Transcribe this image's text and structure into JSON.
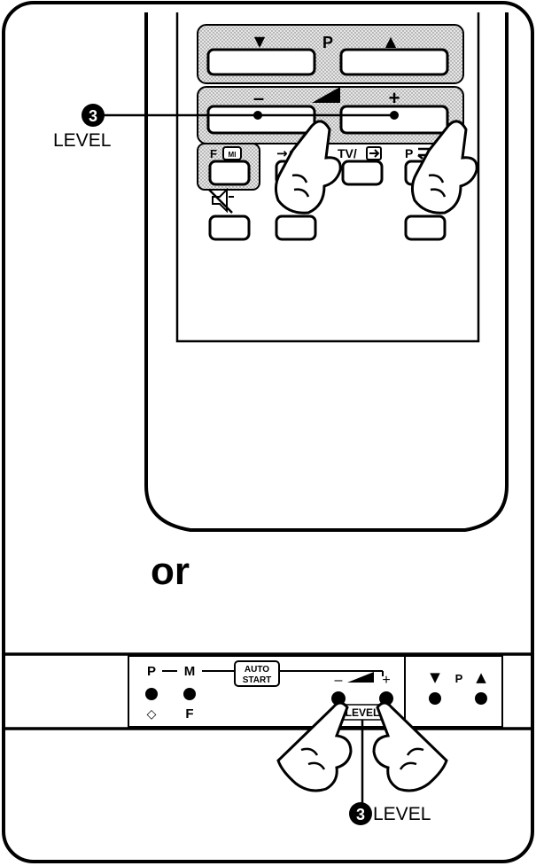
{
  "remote": {
    "p_label": "P",
    "ch_down_symbol": "▼",
    "ch_up_symbol": "▲",
    "vol_minus_symbol": "–",
    "vol_plus_symbol": "+",
    "f_label": "F",
    "f_icon_text": "MI",
    "arrow_label": "→•",
    "tv_label": "TV/",
    "swap_label": "P",
    "step_number": "3",
    "level_label": "LEVEL"
  },
  "separator": {
    "or_text": "or"
  },
  "panel": {
    "p_label": "P",
    "m_label": "M",
    "auto_label_1": "AUTO",
    "auto_label_2": "START",
    "diamond_symbol": "◇",
    "f_label": "F",
    "minus_symbol": "–",
    "plus_symbol": "+",
    "level_tag": "LEVEL",
    "ch_down_symbol": "▼",
    "ch_p_label": "P",
    "ch_up_symbol": "▲",
    "step_number": "3",
    "level_label": "LEVEL"
  },
  "colors": {
    "ink": "#000000",
    "paper": "#ffffff",
    "shade": "#d8d8d8"
  }
}
